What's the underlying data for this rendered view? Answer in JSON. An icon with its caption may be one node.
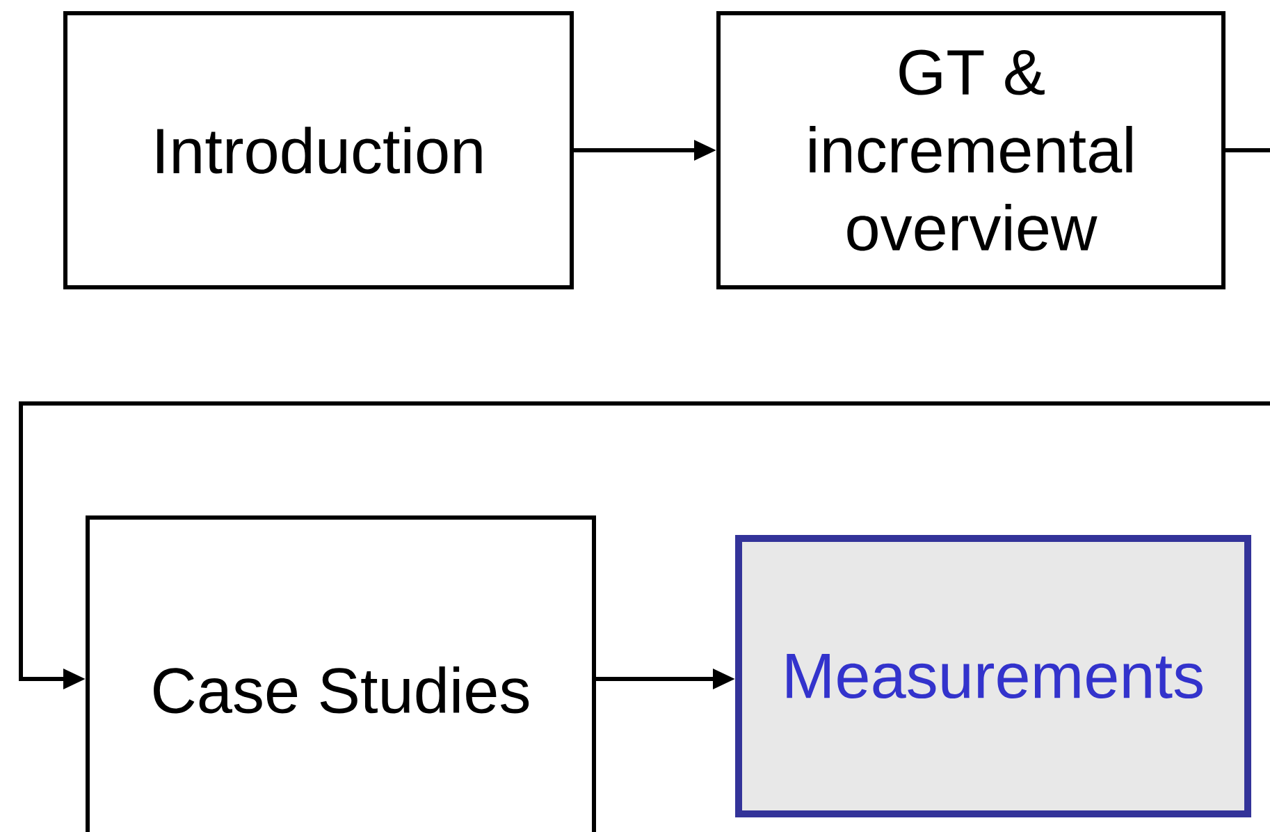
{
  "diagram": {
    "nodes": [
      {
        "text": [
          "Introduction"
        ]
      },
      {
        "text": [
          "GT & incremental overview"
        ]
      },
      {
        "text": [
          "Case Studies"
        ]
      },
      {
        "text": [
          "Measurements"
        ]
      }
    ],
    "edges": [
      {
        "from": 0,
        "to": 1,
        "arrow": "to"
      },
      {
        "from": 1,
        "to": null,
        "arrow": "none"
      },
      {
        "from": null,
        "to": 2,
        "arrow": "to"
      },
      {
        "from": 2,
        "to": 3,
        "arrow": "to"
      }
    ]
  }
}
